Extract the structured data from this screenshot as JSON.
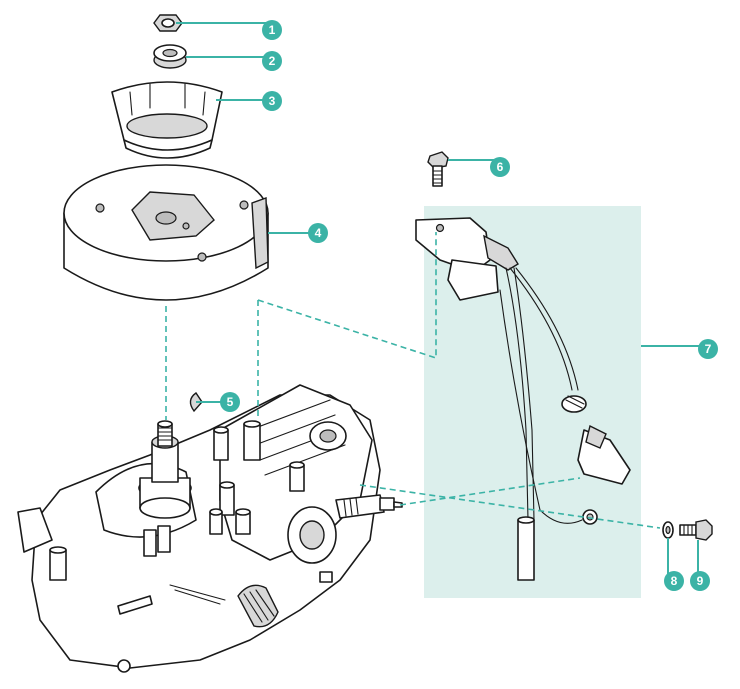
{
  "callouts": {
    "c1": "1",
    "c2": "2",
    "c3": "3",
    "c4": "4",
    "c5": "5",
    "c6": "6",
    "c7": "7",
    "c8": "8",
    "c9": "9"
  },
  "colors": {
    "accent": "#3bb3a6",
    "panel": "#dcefec",
    "outline": "#1a1a1a"
  }
}
